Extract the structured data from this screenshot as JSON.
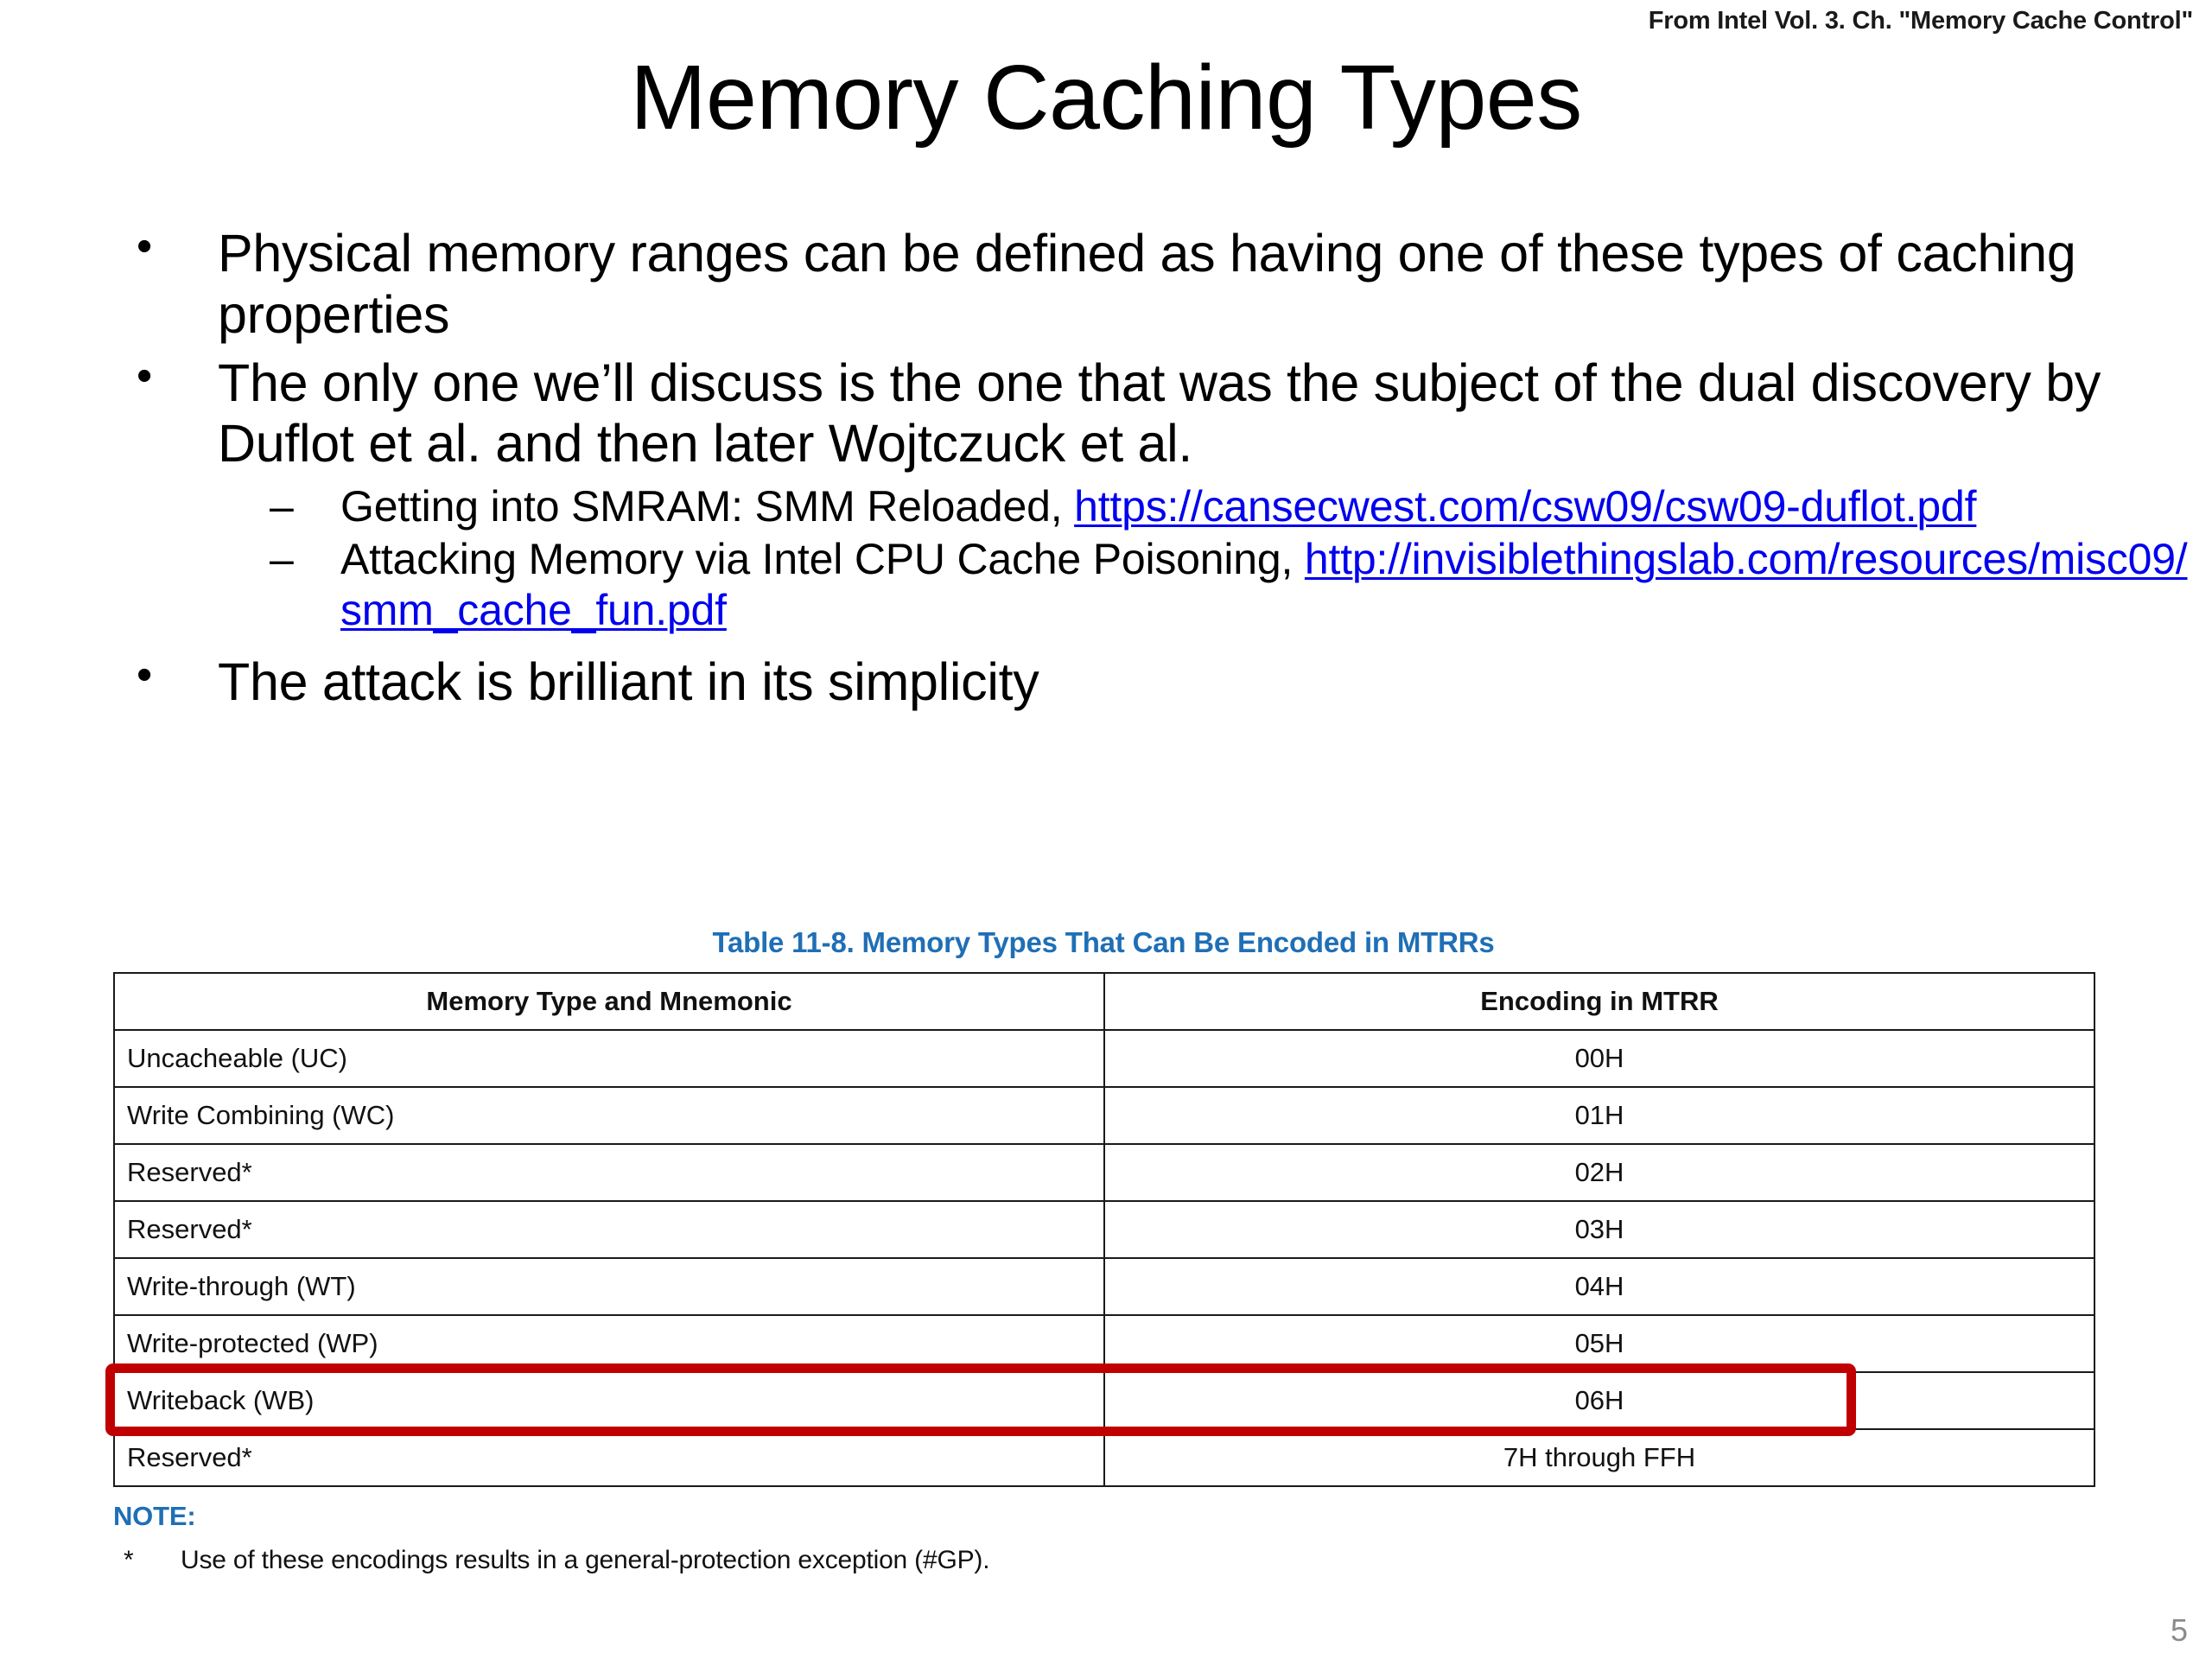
{
  "header": {
    "source_note": "From Intel Vol. 3. Ch. \"Memory Cache Control\""
  },
  "title": "Memory Caching Types",
  "bullets": [
    {
      "level": 1,
      "marker": "•",
      "text": "Physical memory ranges can be defined as having one of these types of caching properties"
    },
    {
      "level": 1,
      "marker": "•",
      "text": "The only one we’ll discuss is the one that was the subject of the dual discovery by Duflot et al. and then later Wojtczuck et al."
    },
    {
      "level": 2,
      "marker": "–",
      "text": "Getting into SMRAM: SMM Reloaded, ",
      "link": "https://cansecwest.com/csw09/csw09-duflot.pdf"
    },
    {
      "level": 2,
      "marker": "–",
      "text": "Attacking Memory via Intel CPU Cache Poisoning, ",
      "link": "http://invisiblethingslab.com/resources/misc09/smm_cache_fun.pdf"
    },
    {
      "level": 1,
      "marker": "•",
      "text": "The attack is brilliant in its simplicity"
    }
  ],
  "table": {
    "caption": "Table 11-8.  Memory Types That Can Be Encoded in MTRRs",
    "headers": [
      "Memory Type and Mnemonic",
      "Encoding in MTRR"
    ],
    "rows": [
      {
        "name": "Uncacheable (UC)",
        "encoding": "00H",
        "highlighted": false
      },
      {
        "name": "Write Combining (WC)",
        "encoding": "01H",
        "highlighted": false
      },
      {
        "name": "Reserved*",
        "encoding": "02H",
        "highlighted": false
      },
      {
        "name": "Reserved*",
        "encoding": "03H",
        "highlighted": false
      },
      {
        "name": "Write-through (WT)",
        "encoding": "04H",
        "highlighted": false
      },
      {
        "name": "Write-protected (WP)",
        "encoding": "05H",
        "highlighted": false
      },
      {
        "name": "Writeback (WB)",
        "encoding": "06H",
        "highlighted": true
      },
      {
        "name": "Reserved*",
        "encoding": "7H through FFH",
        "highlighted": false
      }
    ],
    "highlight_color": "#C00000",
    "caption_color": "#1F6FB5"
  },
  "notes": {
    "label": "NOTE:",
    "marker": "*",
    "text": "Use of these encodings results in a general-protection exception (#GP)."
  },
  "page_number": "5"
}
